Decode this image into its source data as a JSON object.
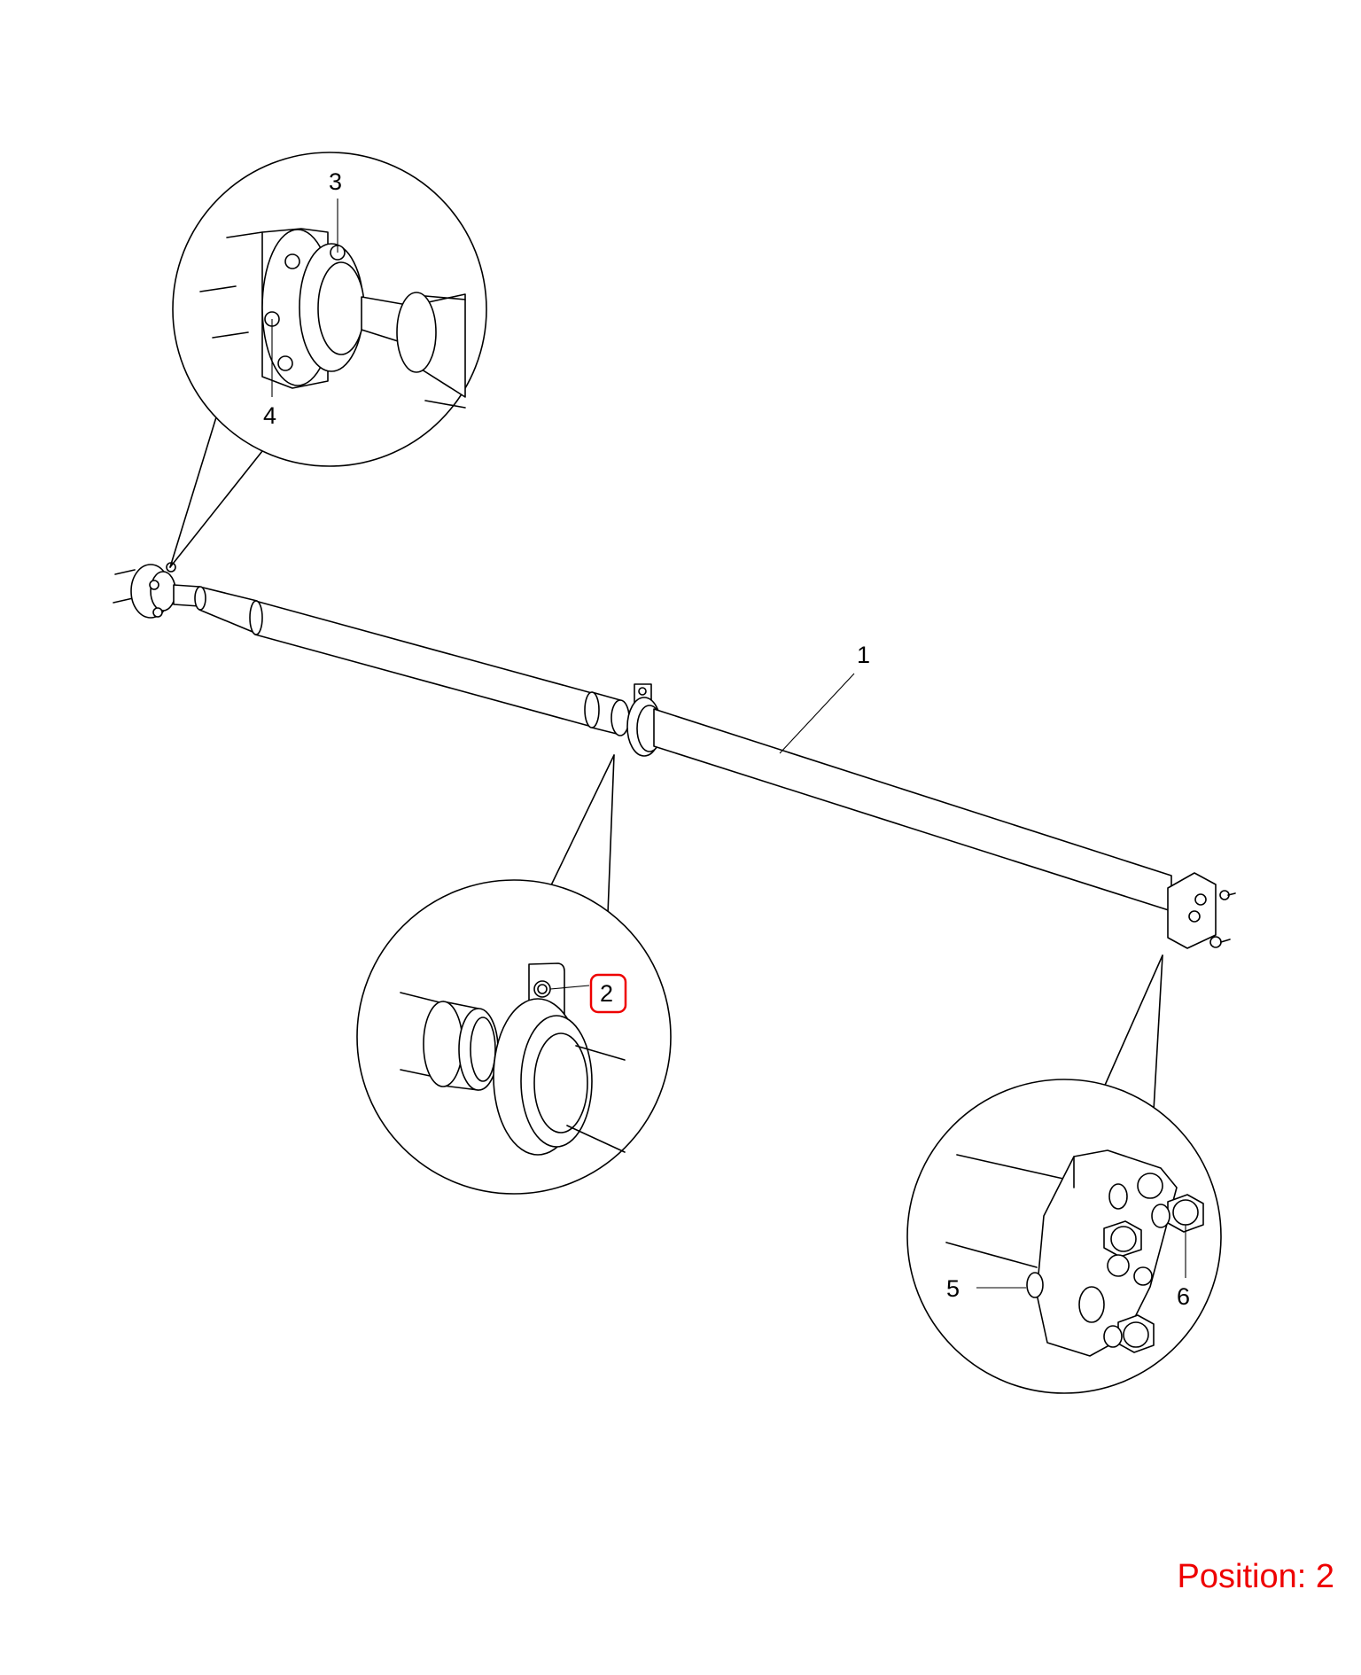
{
  "callouts": {
    "c1": "1",
    "c2": "2",
    "c3": "3",
    "c4": "4",
    "c5": "5",
    "c6": "6"
  },
  "highlighted_callout": "2",
  "position_label": "Position: 2",
  "colors": {
    "line": "#000000",
    "highlight": "#ee0000",
    "background": "#ffffff"
  }
}
